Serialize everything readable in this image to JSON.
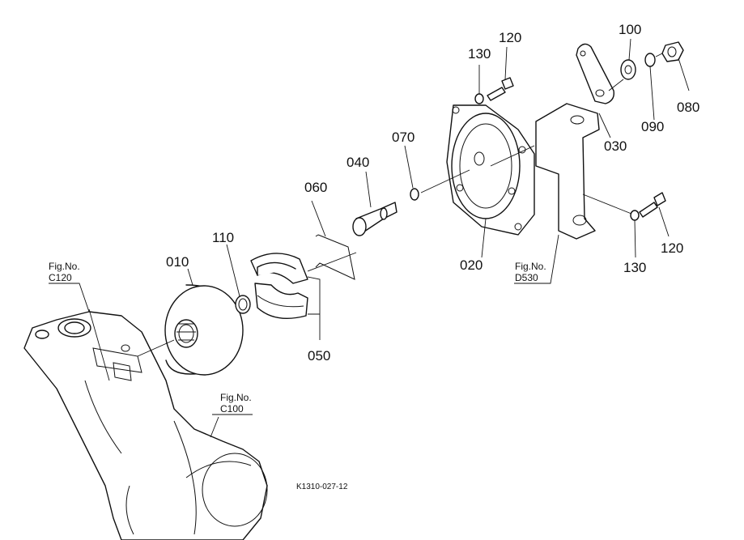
{
  "callouts": {
    "p010": "010",
    "p020": "020",
    "p030": "030",
    "p040": "040",
    "p050": "050",
    "p060": "060",
    "p070": "070",
    "p080": "080",
    "p090": "090",
    "p100": "100",
    "p110": "110",
    "p120_top": "120",
    "p120_right": "120",
    "p130_top": "130",
    "p130_right": "130"
  },
  "figure_refs": {
    "c120_label": "Fig.No.",
    "c120_code": "C120",
    "c100_label": "Fig.No.",
    "c100_code": "C100",
    "d530_label": "Fig.No.",
    "d530_code": "D530"
  },
  "drawing_code": "K1310-027-12"
}
